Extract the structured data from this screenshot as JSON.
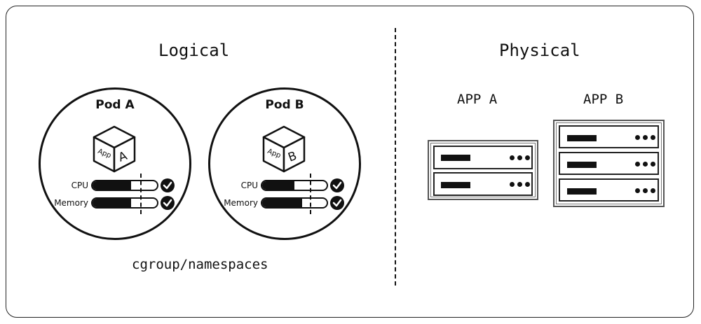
{
  "logical": {
    "heading": "Logical",
    "footer": "cgroup/namespaces",
    "resource_labels": {
      "cpu": "CPU",
      "memory": "Memory"
    },
    "pods": [
      {
        "title": "Pod A",
        "app_label": "App",
        "app_letter": "A",
        "cpu_usage": 0.6,
        "memory_usage": 0.6
      },
      {
        "title": "Pod B",
        "app_label": "App",
        "app_letter": "B",
        "cpu_usage": 0.5,
        "memory_usage": 0.62
      }
    ]
  },
  "physical": {
    "heading": "Physical",
    "servers": [
      {
        "label": "APP A",
        "units": 2
      },
      {
        "label": "APP B",
        "units": 3
      }
    ]
  }
}
